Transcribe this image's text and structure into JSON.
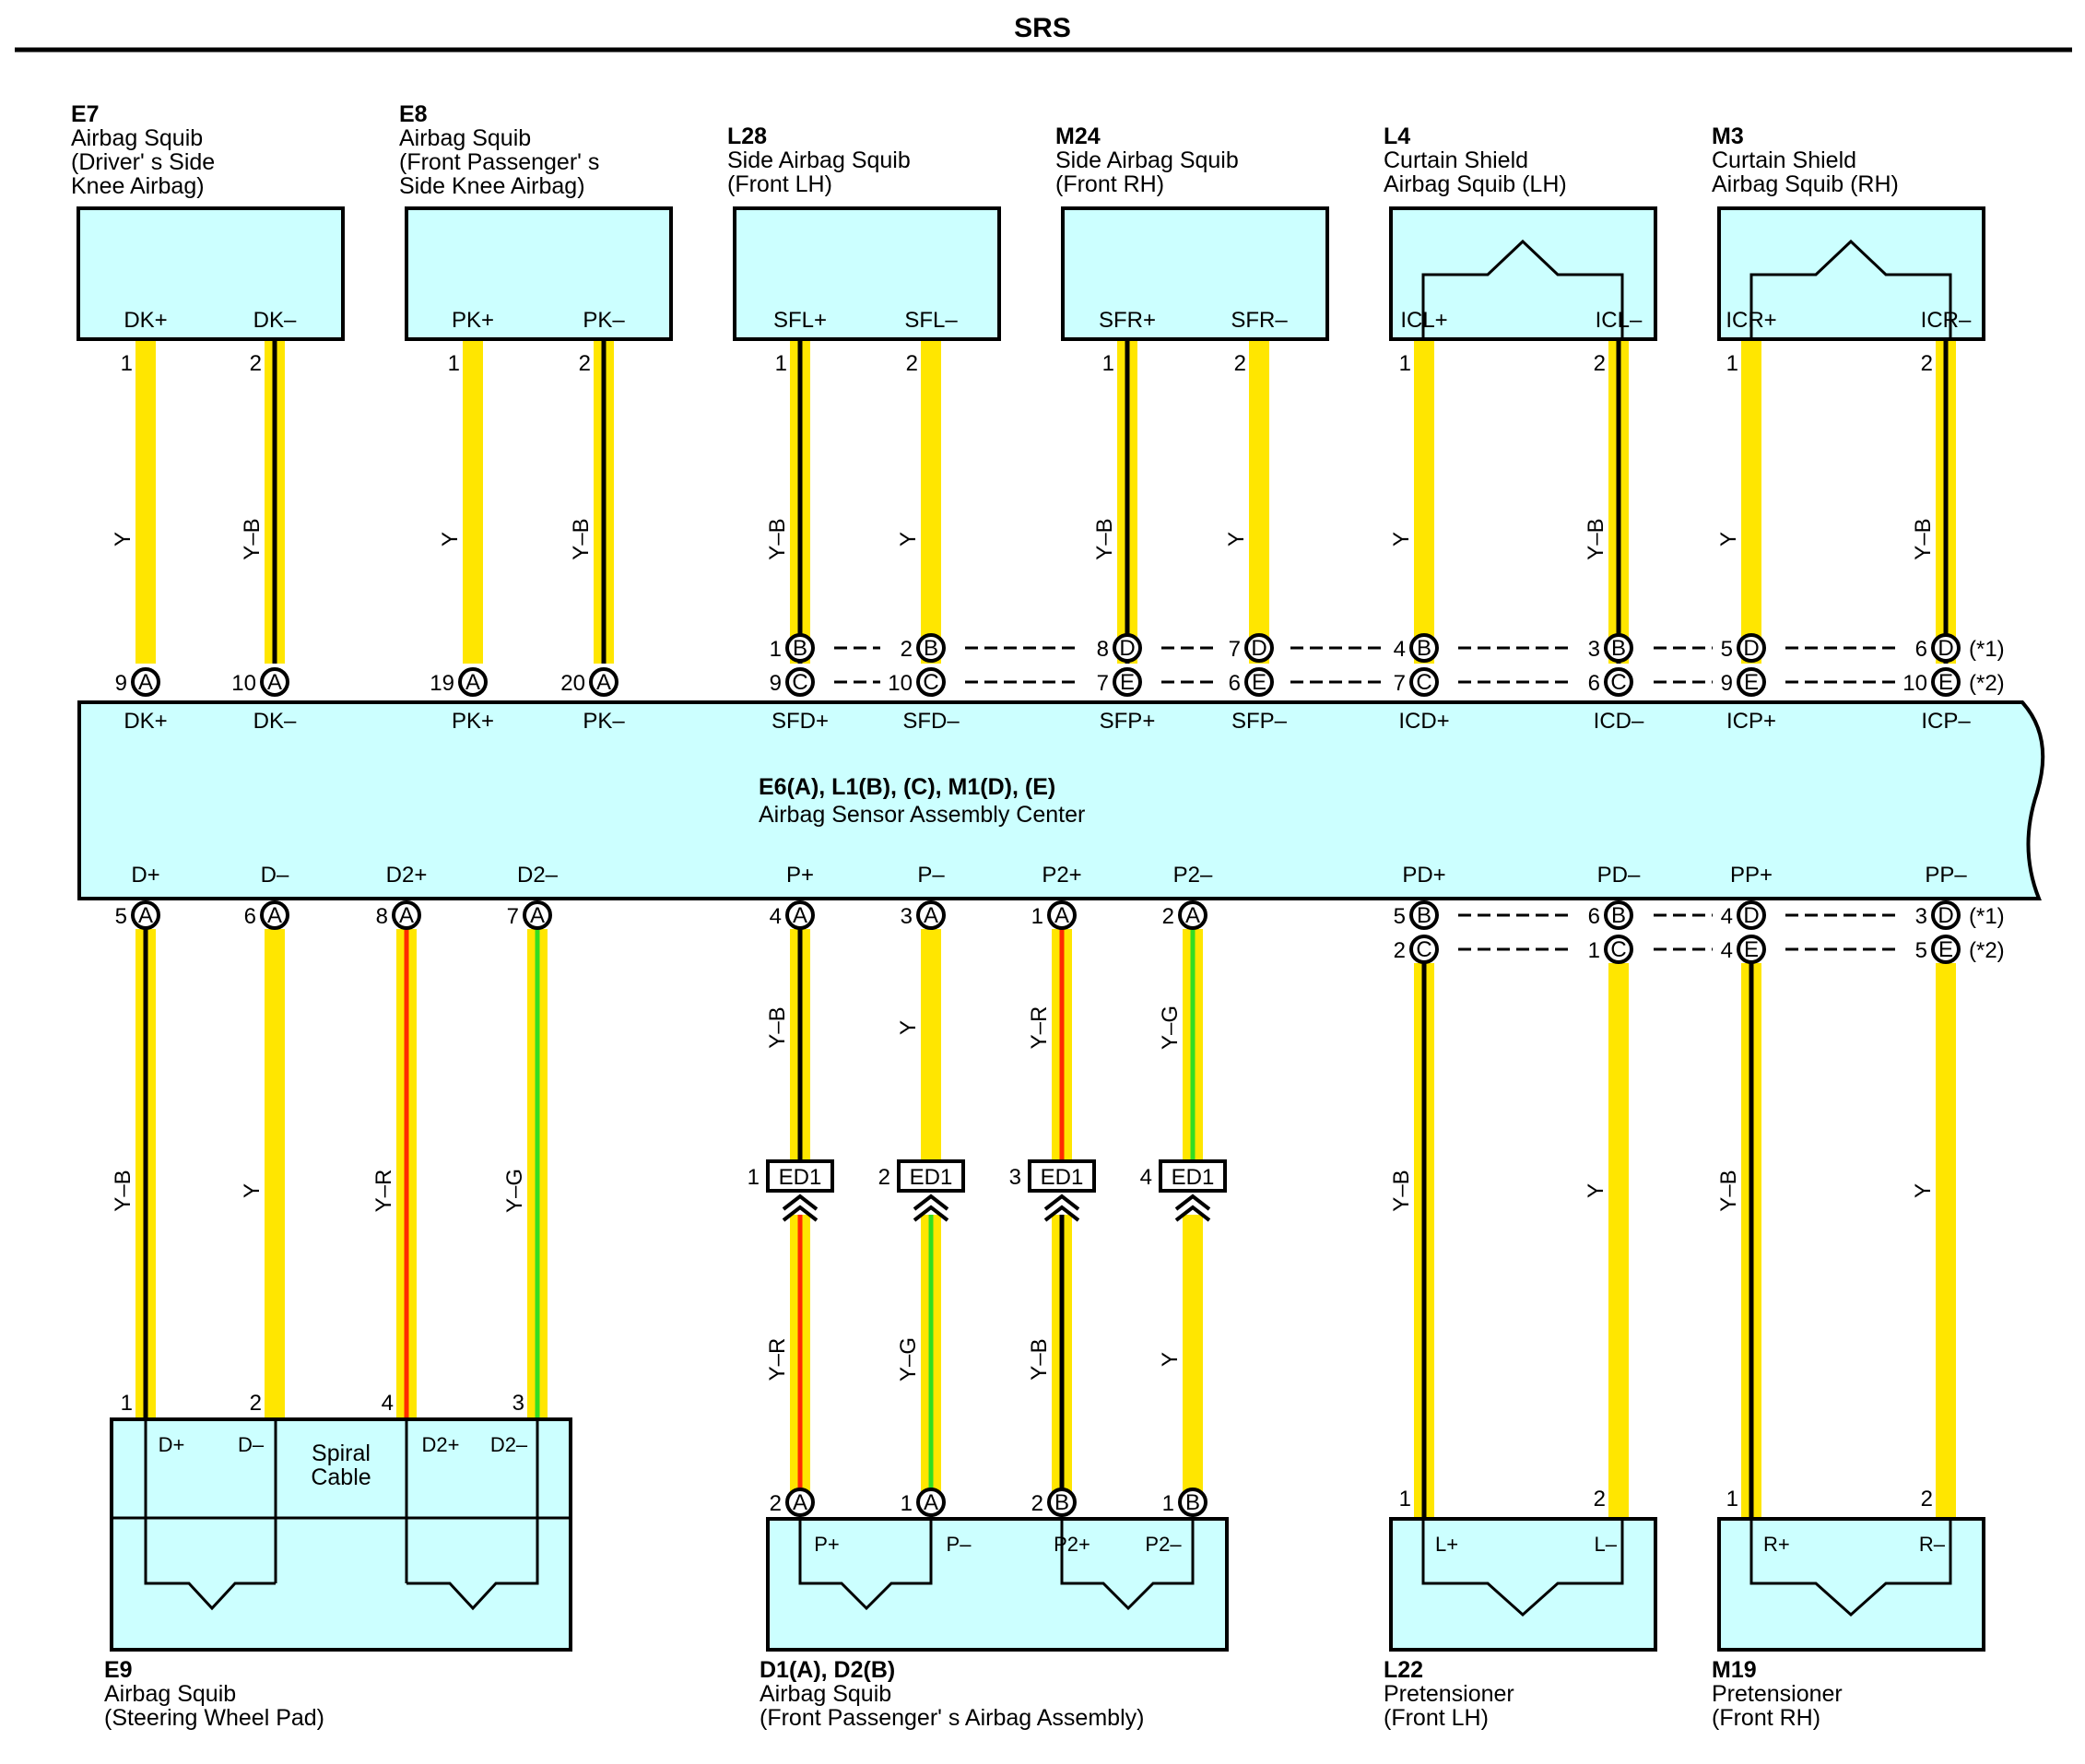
{
  "title": "SRS",
  "colors": {
    "box": "#ccffff",
    "yellow": "#ffe600",
    "black": "#000000",
    "red": "#ff2a00",
    "green": "#33dd22"
  },
  "center": {
    "code": "E6(A), L1(B), (C), M1(D), (E)",
    "desc": "Airbag Sensor Assembly Center",
    "top_pins": [
      "DK+",
      "DK–",
      "PK+",
      "PK–",
      "SFD+",
      "SFD–",
      "SFP+",
      "SFP–",
      "ICD+",
      "ICD–",
      "ICP+",
      "ICP–"
    ],
    "bottom_pins": [
      "D+",
      "D–",
      "D2+",
      "D2–",
      "P+",
      "P–",
      "P2+",
      "P2–",
      "PD+",
      "PD–",
      "PP+",
      "PP–"
    ]
  },
  "notes": {
    "n1": "(*1)",
    "n2": "(*2)"
  },
  "top_components": [
    {
      "code": "E7",
      "desc": [
        "Airbag Squib",
        "(Driver' s Side",
        " Knee Airbag)"
      ],
      "pins": [
        "DK+",
        "DK–"
      ],
      "pin_nums": [
        "1",
        "2"
      ],
      "wires": [
        "Y",
        "Y–B"
      ]
    },
    {
      "code": "E8",
      "desc": [
        "Airbag Squib",
        "(Front Passenger' s",
        " Side Knee Airbag)"
      ],
      "pins": [
        "PK+",
        "PK–"
      ],
      "pin_nums": [
        "1",
        "2"
      ],
      "wires": [
        "Y",
        "Y–B"
      ]
    },
    {
      "code": "L28",
      "desc": [
        "Side Airbag Squib",
        "(Front LH)"
      ],
      "pins": [
        "SFL+",
        "SFL–"
      ],
      "pin_nums": [
        "1",
        "2"
      ],
      "wires": [
        "Y–B",
        "Y"
      ]
    },
    {
      "code": "M24",
      "desc": [
        "Side Airbag Squib",
        "(Front RH)"
      ],
      "pins": [
        "SFR+",
        "SFR–"
      ],
      "pin_nums": [
        "1",
        "2"
      ],
      "wires": [
        "Y–B",
        "Y"
      ]
    },
    {
      "code": "L4",
      "desc": [
        "Curtain Shield",
        "Airbag Squib (LH)"
      ],
      "pins": [
        "ICL+",
        "ICL–"
      ],
      "pin_nums": [
        "1",
        "2"
      ],
      "wires": [
        "Y",
        "Y–B"
      ]
    },
    {
      "code": "M3",
      "desc": [
        "Curtain Shield",
        "Airbag Squib (RH)"
      ],
      "pins": [
        "ICR+",
        "ICR–"
      ],
      "pin_nums": [
        "1",
        "2"
      ],
      "wires": [
        "Y",
        "Y–B"
      ]
    }
  ],
  "top_single": [
    {
      "num": "9",
      "letter": "A"
    },
    {
      "num": "10",
      "letter": "A"
    },
    {
      "num": "19",
      "letter": "A"
    },
    {
      "num": "20",
      "letter": "A"
    }
  ],
  "top_dual": [
    {
      "n1": "1",
      "l1": "B",
      "n2": "9",
      "l2": "C"
    },
    {
      "n1": "2",
      "l1": "B",
      "n2": "10",
      "l2": "C"
    },
    {
      "n1": "8",
      "l1": "D",
      "n2": "7",
      "l2": "E"
    },
    {
      "n1": "7",
      "l1": "D",
      "n2": "6",
      "l2": "E"
    },
    {
      "n1": "4",
      "l1": "B",
      "n2": "7",
      "l2": "C"
    },
    {
      "n1": "3",
      "l1": "B",
      "n2": "6",
      "l2": "C"
    },
    {
      "n1": "5",
      "l1": "D",
      "n2": "9",
      "l2": "E"
    },
    {
      "n1": "6",
      "l1": "D",
      "n2": "10",
      "l2": "E"
    }
  ],
  "bottom_center_pins": [
    {
      "num": "5",
      "letter": "A"
    },
    {
      "num": "6",
      "letter": "A"
    },
    {
      "num": "8",
      "letter": "A"
    },
    {
      "num": "7",
      "letter": "A"
    },
    {
      "num": "4",
      "letter": "A"
    },
    {
      "num": "3",
      "letter": "A"
    },
    {
      "num": "1",
      "letter": "A"
    },
    {
      "num": "2",
      "letter": "A"
    }
  ],
  "bottom_dual": [
    {
      "n1": "5",
      "l1": "B",
      "n2": "2",
      "l2": "C"
    },
    {
      "n1": "6",
      "l1": "B",
      "n2": "1",
      "l2": "C"
    },
    {
      "n1": "4",
      "l1": "D",
      "n2": "4",
      "l2": "E"
    },
    {
      "n1": "3",
      "l1": "D",
      "n2": "5",
      "l2": "E"
    }
  ],
  "e9": {
    "code": "E9",
    "desc": [
      "Airbag Squib",
      "(Steering Wheel Pad)"
    ],
    "pins": [
      "D+",
      "D–",
      "D2+",
      "D2–"
    ],
    "pin_nums": [
      "1",
      "2",
      "4",
      "3"
    ],
    "wires": [
      "Y–B",
      "Y",
      "Y–R",
      "Y–G"
    ],
    "inner": [
      "Spiral",
      "Cable"
    ]
  },
  "d1": {
    "code": "D1(A), D2(B)",
    "desc": [
      "Airbag Squib",
      "(Front Passenger' s Airbag Assembly)"
    ],
    "pins": [
      "P+",
      "P–",
      "P2+",
      "P2–"
    ],
    "pin_nums": [
      "2",
      "1",
      "2",
      "1"
    ],
    "pin_letters": [
      "A",
      "A",
      "B",
      "B"
    ],
    "wires_upper": [
      "Y–B",
      "Y",
      "Y–R",
      "Y–G"
    ],
    "wires_lower": [
      "Y–R",
      "Y–G",
      "Y–B",
      "Y"
    ],
    "connector": "ED1",
    "connector_pins": [
      "1",
      "2",
      "3",
      "4"
    ]
  },
  "l22": {
    "code": "L22",
    "desc": [
      "Pretensioner",
      "(Front LH)"
    ],
    "pins": [
      "L+",
      "L–"
    ],
    "pin_nums": [
      "1",
      "2"
    ],
    "wires": [
      "Y–B",
      "Y"
    ]
  },
  "m19": {
    "code": "M19",
    "desc": [
      "Pretensioner",
      "(Front RH)"
    ],
    "pins": [
      "R+",
      "R–"
    ],
    "pin_nums": [
      "1",
      "2"
    ],
    "wires": [
      "Y–B",
      "Y"
    ]
  }
}
